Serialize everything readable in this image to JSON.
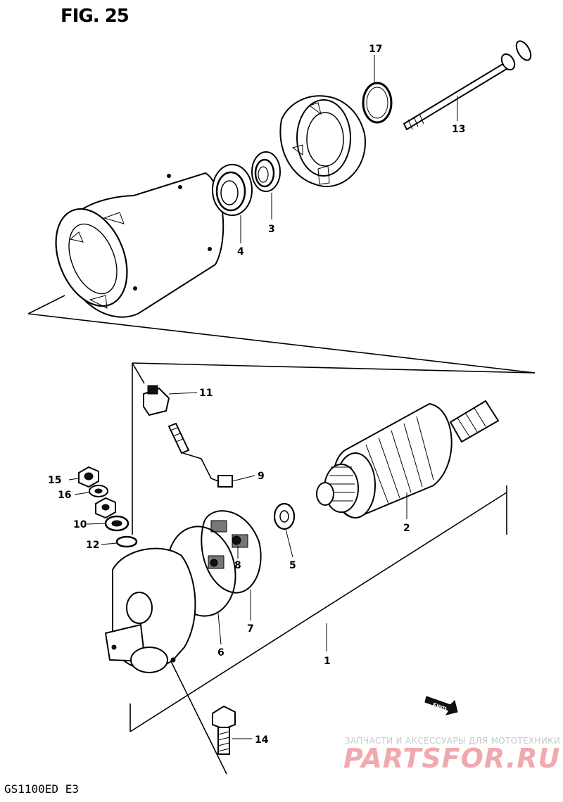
{
  "figure": {
    "title": "FIG. 25",
    "model": "GS1100ED E3"
  },
  "watermark": {
    "caption": "ЗАПЧАСТИ И АКСЕССУАРЫ ДЛЯ МОТОТЕХНИКИ",
    "logo": "PARTSFOR.RU"
  },
  "fwd_badge": "FWD",
  "callouts": [
    "1",
    "2",
    "3",
    "4",
    "5",
    "6",
    "7",
    "8",
    "9",
    "10",
    "11",
    "12",
    "13",
    "14",
    "15",
    "16",
    "17"
  ]
}
